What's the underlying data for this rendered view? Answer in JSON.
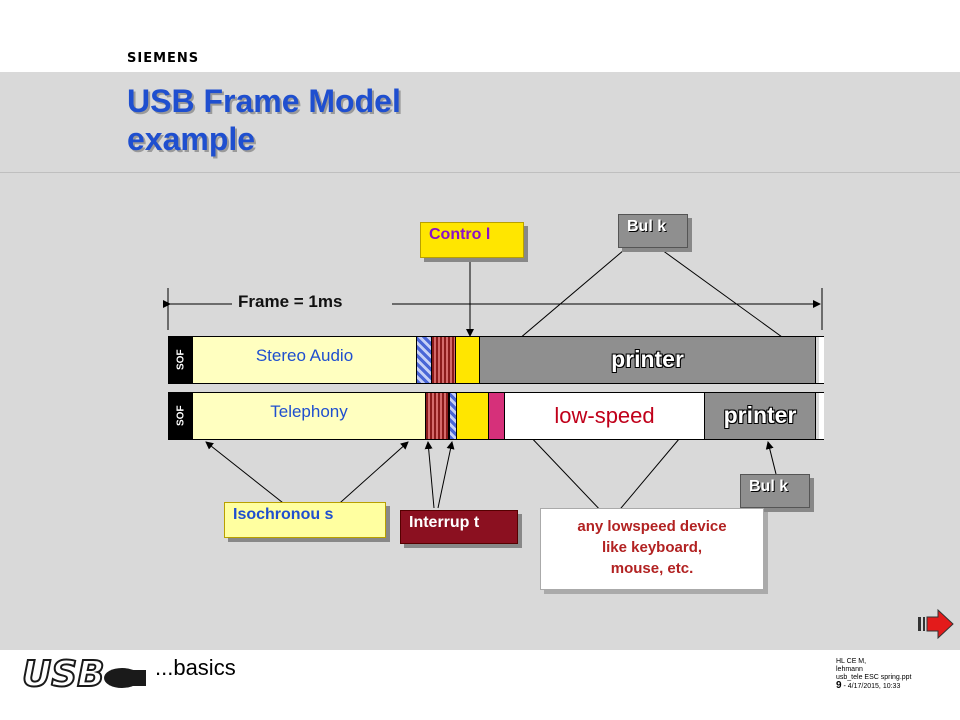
{
  "header": {
    "brand": "SIEMENS",
    "title_line1": "USB Frame Model",
    "title_line2": "example"
  },
  "diagram": {
    "frame_label": "Frame = 1ms",
    "row1": {
      "sof": "SOF",
      "audio": "Stereo Audio",
      "printer": "printer"
    },
    "row2": {
      "sof": "SOF",
      "telephony": "Telephony",
      "lowspeed": "low-speed",
      "printer": "printer"
    },
    "tags": {
      "control": "Contro l",
      "bulk_top": "Bul k",
      "bulk_bottom": "Bul k",
      "isochronous": "Isochronou s",
      "interrupt": "Interrup t"
    },
    "note": [
      "any lowspeed device",
      "like keyboard,",
      "mouse, etc."
    ]
  },
  "footer": {
    "logo_text": "USB",
    "section": "...basics",
    "line1": "HL CE M,",
    "line2": "lehmann",
    "line3": "usb_tele  ESC spring.ppt",
    "page": "9",
    "date": " - 4/17/2015,   10:33"
  },
  "colors": {
    "title": "#1f4fcf",
    "audio_fill": "#ffffc0",
    "yellow": "#ffe600",
    "printer_fill": "#8f8f8f",
    "lowspeed_text": "#c0001a",
    "control_text": "#8b10c8",
    "bulk_fill": "#8f8f8f",
    "interrupt_fill": "#8b1020",
    "isochronous_fill": "#ffffa0",
    "pink": "#d6307a"
  },
  "icons": {
    "next": "next-arrow-icon",
    "logo": "usb-logo-icon"
  }
}
